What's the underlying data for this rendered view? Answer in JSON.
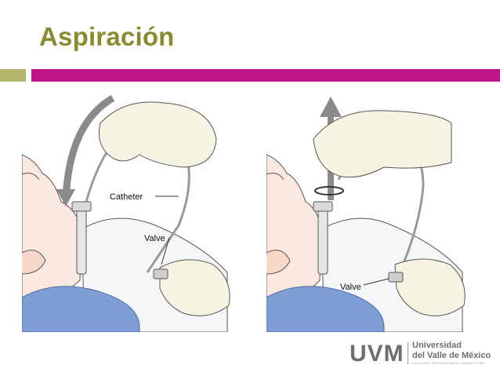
{
  "slide": {
    "title": "Aspiración",
    "colors": {
      "title": "#8a8a2e",
      "accent_bar": "#c0168a",
      "side_bar": "#b5b56a"
    }
  },
  "figure_left": {
    "labels": {
      "catheter": "Catheter",
      "valve": "Valve"
    }
  },
  "figure_right": {
    "labels": {
      "valve": "Valve"
    }
  },
  "logo": {
    "mark": "UVM",
    "line1": "Universidad",
    "line2": "del Valle de México",
    "line3": "LAUREATE INTERNATIONAL UNIVERSITIES"
  }
}
